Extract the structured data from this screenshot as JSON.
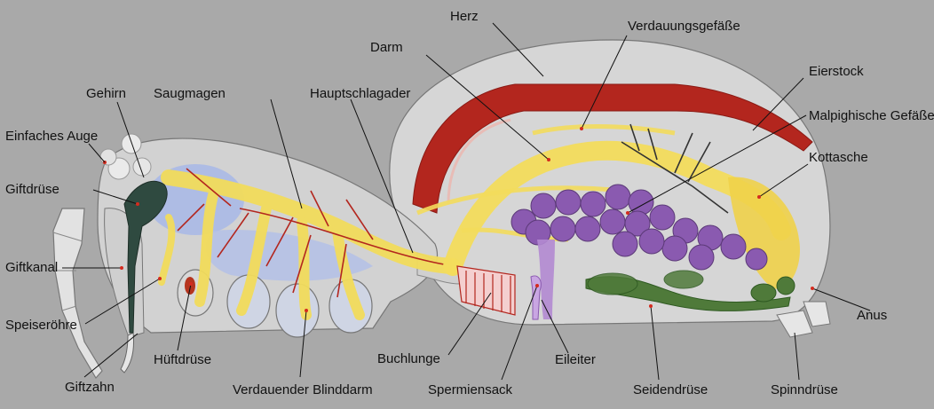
{
  "labels": {
    "herz": "Herz",
    "verdauungsgefaesse": "Verdauungsgefäße",
    "darm": "Darm",
    "eierstock": "Eierstock",
    "gehirn": "Gehirn",
    "saugmagen": "Saugmagen",
    "hauptschlagader": "Hauptschlagader",
    "malpighische": "Malpighische Gefäße",
    "einfaches_auge": "Einfaches Auge",
    "kottasche": "Kottasche",
    "giftdruese": "Giftdrüse",
    "giftkanal": "Giftkanal",
    "anus": "Anus",
    "speiseroehre": "Speiseröhre",
    "hueftdruese": "Hüftdrüse",
    "eileiter": "Eileiter",
    "buchlunge": "Buchlunge",
    "giftzahn": "Giftzahn",
    "blinddarm": "Verdauender Blinddarm",
    "spermiensack": "Spermiensack",
    "seidendruese": "Seidendrüse",
    "spinndruese": "Spinndrüse"
  },
  "colors": {
    "background": "#a9a9a9",
    "body": "#d2d2d2",
    "gut": "#f3dc5c",
    "heart": "#b3261e",
    "ovary": "#8a5ab0",
    "silk_gland": "#4f7a3a",
    "brain": "#a8b8e8"
  }
}
